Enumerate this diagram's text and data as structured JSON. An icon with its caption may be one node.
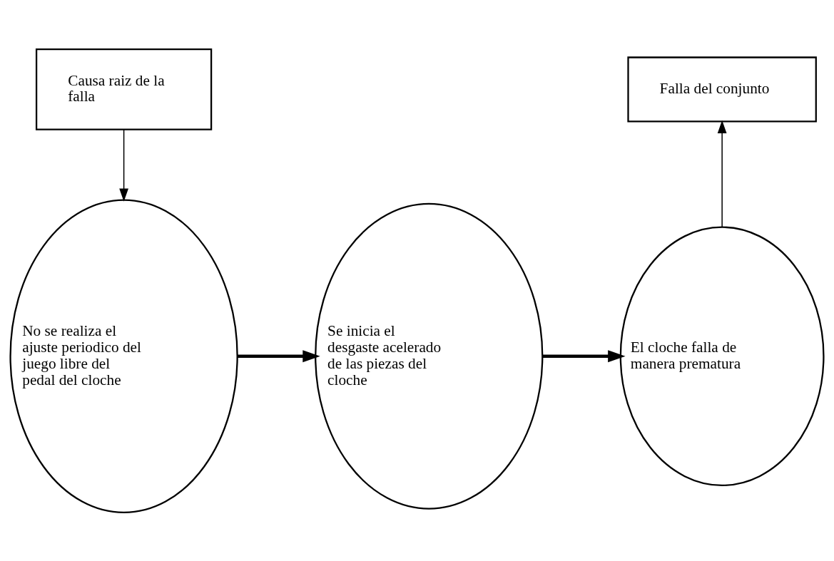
{
  "diagram": {
    "nodes": [
      {
        "text": [
          "Causa raiz de la falla"
        ]
      },
      {
        "text": [
          "No se realiza el ajuste periodico del juego libre del pedal del cloche"
        ]
      },
      {
        "text": [
          "Se inicia el desgaste acelerado de las piezas del cloche"
        ]
      },
      {
        "text": [
          "El cloche falla de manera prematura"
        ]
      },
      {
        "text": [
          "Falla del conjunto"
        ]
      }
    ],
    "edges": [
      {
        "from": 0,
        "to": 1,
        "arrow": "to"
      },
      {
        "from": 1,
        "to": 2,
        "arrow": "to",
        "style": "thick"
      },
      {
        "from": 2,
        "to": 3,
        "arrow": "to",
        "style": "thick"
      },
      {
        "from": 3,
        "to": 4,
        "arrow": "to"
      }
    ]
  }
}
